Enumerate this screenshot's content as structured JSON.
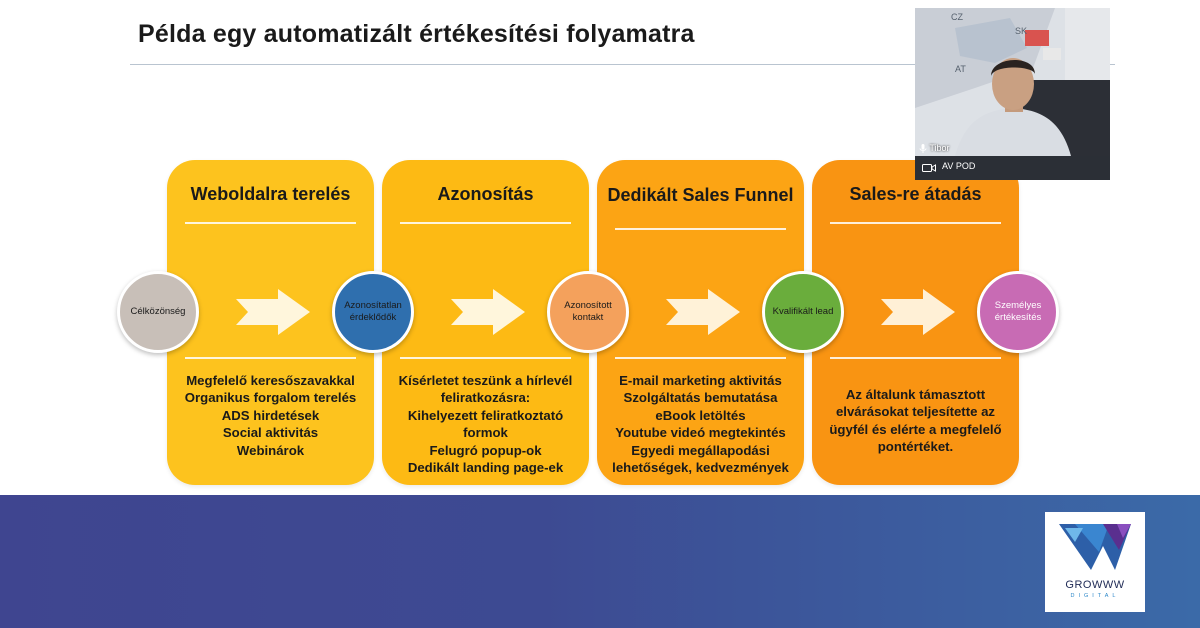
{
  "slide": {
    "title": "Példa egy automatizált értékesítési folyamatra",
    "stages": [
      {
        "title": "Weboldalra terelés",
        "items": [
          "Megfelelő keresőszavakkal",
          "Organikus forgalom terelés",
          "ADS hirdetések",
          "Social aktivitás",
          "Webinárok"
        ]
      },
      {
        "title": "Azonosítás",
        "items": [
          "Kísérletet teszünk a hírlevél",
          "feliratkozásra:",
          "Kihelyezett feliratkoztató",
          "formok",
          "Felugró popup-ok",
          "Dedikált landing page-ek"
        ]
      },
      {
        "title": "Dedikált Sales Funnel",
        "items": [
          "E-mail marketing aktivitás",
          "Szolgáltatás bemutatása",
          "eBook letöltés",
          "Youtube videó megtekintés",
          "Egyedi megállapodási",
          "lehetőségek, kedvezmények"
        ]
      },
      {
        "title": "Sales-re átadás",
        "items": [
          "Az általunk támasztott",
          "elvárásokat teljesítette az",
          "ügyfél és elérte a megfelelő",
          "pontértéket."
        ]
      }
    ],
    "nodes": [
      {
        "label": "Célközönség",
        "color": "#c8bfb8"
      },
      {
        "label": "Azonosítatlan érdeklődők",
        "color": "#2f6fae"
      },
      {
        "label": "Azonosított kontakt",
        "color": "#f4a15c"
      },
      {
        "label": "Kvalifikált lead",
        "color": "#6aad3c"
      },
      {
        "label": "Személyes értékesítés",
        "color": "#c86bb4"
      }
    ],
    "panel_colors": [
      "#fdc31e",
      "#fdba14",
      "#fca414",
      "#f99412"
    ]
  },
  "video_call": {
    "participant_name": "Tibor",
    "room_label": "AV POD",
    "map_labels": [
      "CZ",
      "SK",
      "AT"
    ]
  },
  "brand": {
    "name": "GROWWW",
    "tagline": "DIGITAL"
  }
}
